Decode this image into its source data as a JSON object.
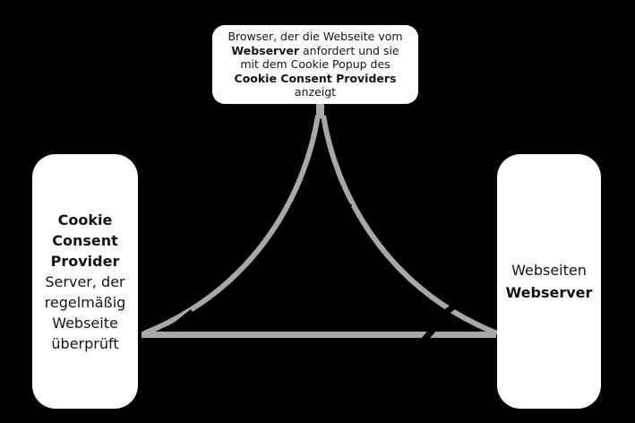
{
  "colors": {
    "background": "#000000",
    "connector": "#a8a8a8",
    "node_fill": "#ffffff",
    "node_text": "#141414"
  },
  "nodes": {
    "browser": {
      "line1": "Browser, der die Webseite vom",
      "line2_bold": "Webserver",
      "line2_rest": " anfordert und sie",
      "line3": "mit dem Cookie Popup des",
      "line4_bold": "Cookie Consent Providers",
      "line5": "anzeigt"
    },
    "cookie_consent_provider": {
      "title_lines": [
        "Cookie",
        "Consent",
        "Provider"
      ],
      "subtitle_lines": [
        "Server, der",
        "regelmäßig",
        "Webseite",
        "überprüft"
      ]
    },
    "webserver": {
      "line1": "Webseiten",
      "line2_bold": "Webserver"
    }
  }
}
